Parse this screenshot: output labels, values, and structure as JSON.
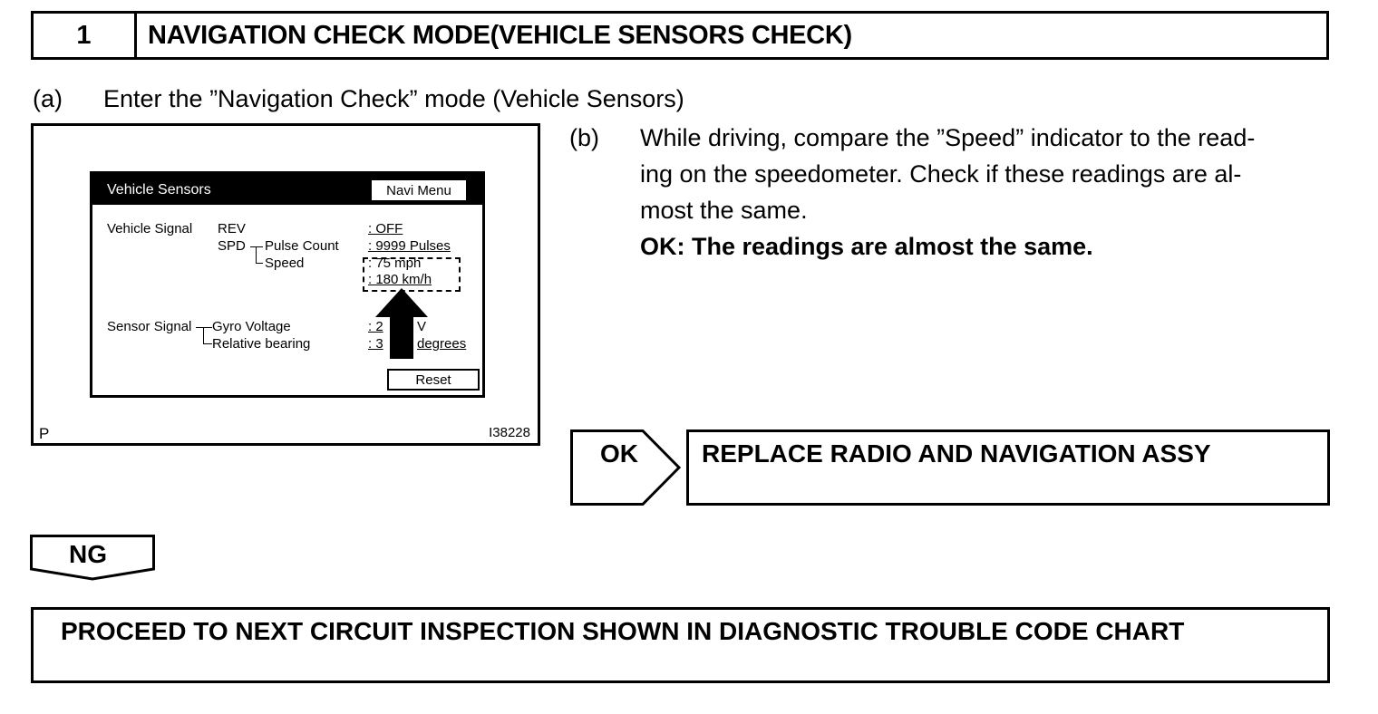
{
  "step": {
    "number": "1",
    "title": "NAVIGATION CHECK MODE(VEHICLE SENSORS CHECK)"
  },
  "item_a": {
    "label": "(a)",
    "text": "Enter the ”Navigation Check” mode (Vehicle Sensors)"
  },
  "figure": {
    "screen_title": "Vehicle Sensors",
    "navi_menu_button": "Navi Menu",
    "vehicle_signal_label": "Vehicle Signal",
    "rev_label": "REV",
    "spd_label": "SPD",
    "pulse_count_label": "Pulse Count",
    "speed_label": "Speed",
    "rev_value": ": OFF",
    "pulse_value": ": 9999 Pulses",
    "speed_mph_value": ": 75 mph",
    "speed_kmh_value": ": 180 km/h",
    "sensor_signal_label": "Sensor Signal",
    "gyro_voltage_label": "Gyro Voltage",
    "relative_bearing_label": "Relative bearing",
    "gyro_value_left": ": 2",
    "gyro_value_right": "V",
    "bearing_value_left": ": 3",
    "bearing_value_right": "degrees",
    "reset_button": "Reset",
    "corner_mark": "P",
    "figure_id": "I38228"
  },
  "item_b": {
    "label": "(b)",
    "lines": [
      "While driving, compare the ”Speed” indicator to the read-",
      "ing on the speedometer. Check if these readings are al-",
      "most the same."
    ],
    "ok_statement": "OK: The readings are almost the same."
  },
  "ok_result": {
    "tag": "OK",
    "action": "REPLACE RADIO AND NAVIGATION ASSY"
  },
  "ng_result": {
    "tag": "NG",
    "action": "PROCEED TO NEXT CIRCUIT INSPECTION SHOWN IN DIAGNOSTIC TROUBLE CODE CHART"
  }
}
